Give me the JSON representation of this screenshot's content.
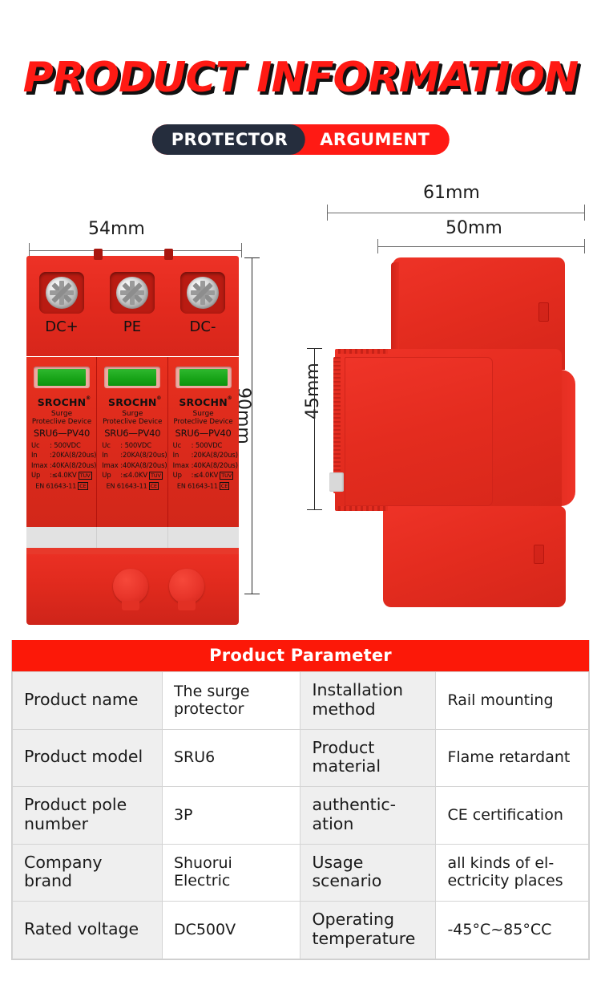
{
  "header": {
    "title": "PRODUCT INFORMATION",
    "pill_left": "PROTECTOR",
    "pill_right": "ARGUMENT",
    "title_color": "#FF1A14",
    "pill_left_color": "#252D3D",
    "pill_right_color": "#FF1A14"
  },
  "product_views": {
    "front": {
      "dimension_width": "54mm",
      "dimension_height": "90mm",
      "terminals": [
        "DC+",
        "PE",
        "DC-"
      ],
      "module_label": {
        "brand": "SROCHN",
        "brand_mark": "®",
        "line1": "Surge",
        "line2": "Proteclive Device",
        "model": "SRU6—PV40",
        "uc_key": "Uc",
        "uc_value": ": 500VDC",
        "in_key": "In",
        "in_value": ":20KA(8/20us)",
        "imax_key": "Imax",
        "imax_value": ":40KA(8/20us)",
        "up_key": "Up",
        "up_value": ":≤4.0KV",
        "standard": "EN 61643-11",
        "mark1": "TUV",
        "mark2": "CE"
      }
    },
    "side": {
      "dimension_outer_width": "61mm",
      "dimension_inner_width": "50mm",
      "dimension_height": "45mm"
    }
  },
  "table": {
    "title": "Product Parameter",
    "title_bg": "#FC1808",
    "rows": [
      {
        "key1": "Product name",
        "val1": "The surge protector",
        "key2": "Installation method",
        "val2": "Rail mounting"
      },
      {
        "key1": "Product model",
        "val1": "SRU6",
        "key2": "Product material",
        "val2": "Flame retardant"
      },
      {
        "key1": "Product pole number",
        "val1": "3P",
        "key2": "authentic-ation",
        "val2": "CE certification"
      },
      {
        "key1": "Company brand",
        "val1": "Shuorui Electric",
        "key2": "Usage scenario",
        "val2": "all kinds of el-ectricity places"
      },
      {
        "key1": "Rated voltage",
        "val1": "DC500V",
        "key2": "Operating temperature",
        "val2": "-45°C~85°CC"
      }
    ]
  }
}
